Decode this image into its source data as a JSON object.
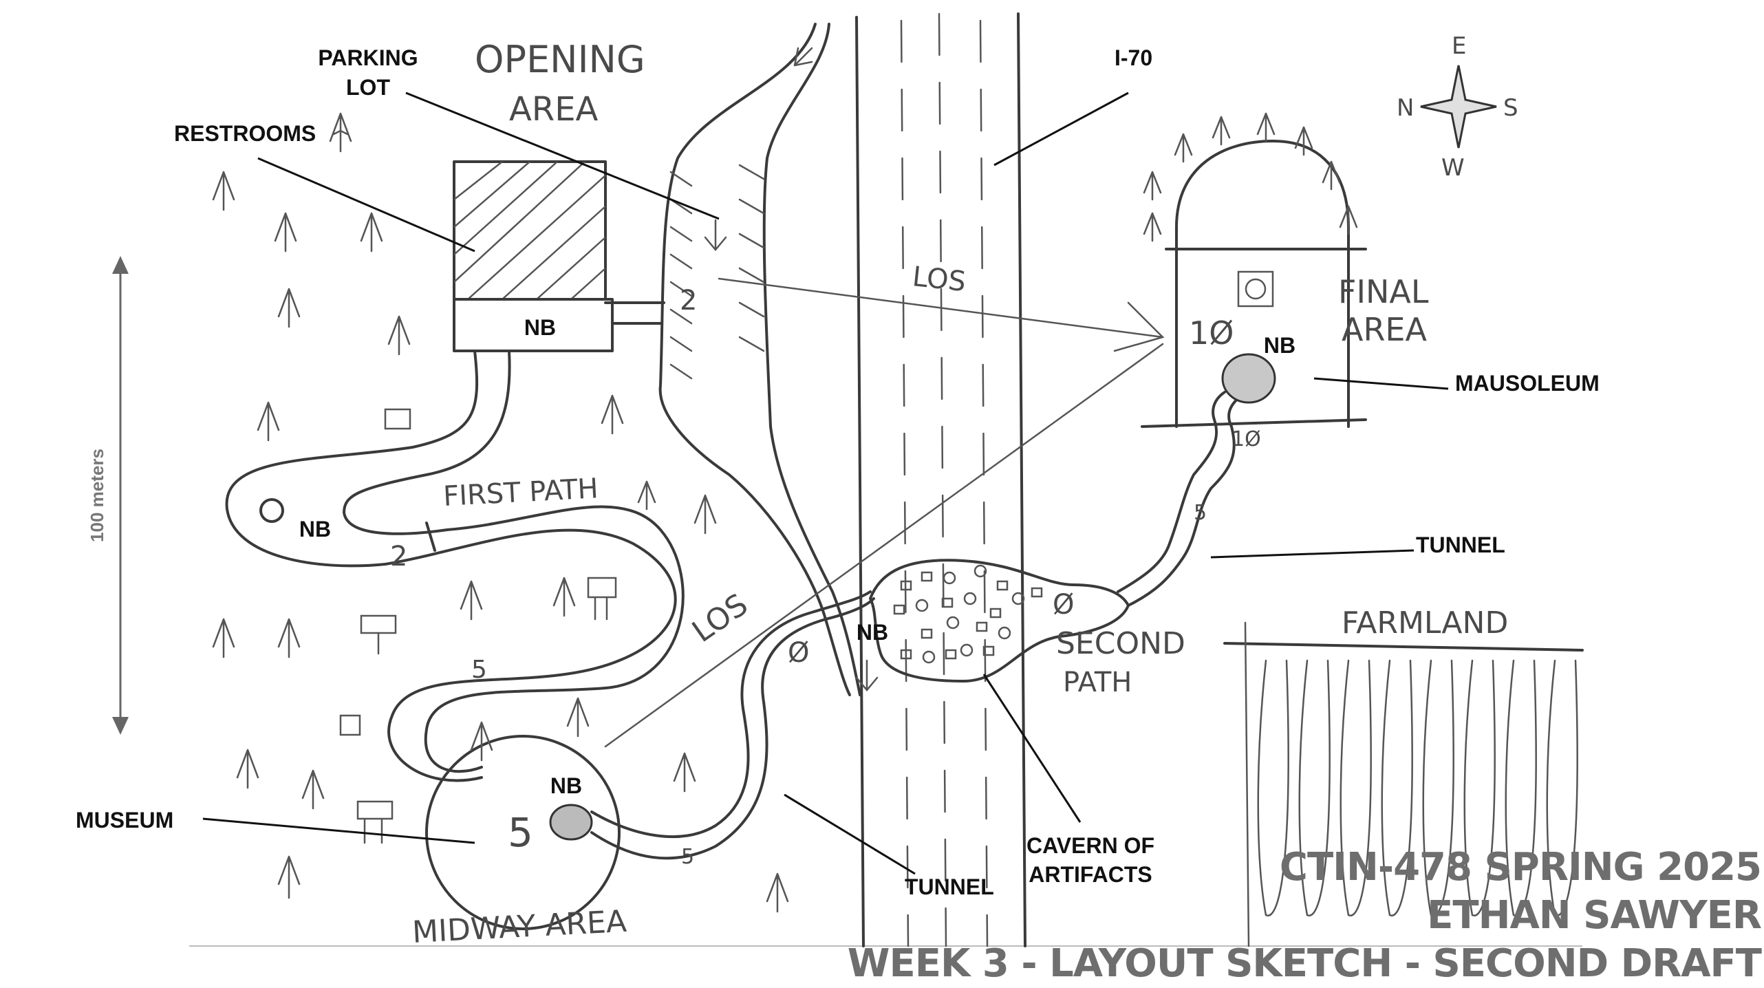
{
  "labels": {
    "parking_lot_line1": "PARKING",
    "parking_lot_line2": "LOT",
    "restrooms": "RESTROOMS",
    "i70": "I-70",
    "mausoleum": "MAUSOLEUM",
    "tunnel_upper": "TUNNEL",
    "tunnel_lower": "TUNNEL",
    "museum": "MUSEUM",
    "cavern_line1": "CAVERN OF",
    "cavern_line2": "ARTIFACTS",
    "nb_restrooms": "NB",
    "nb_first_path": "NB",
    "nb_museum": "NB",
    "nb_cavern": "NB",
    "nb_final": "NB"
  },
  "sketch_text": {
    "opening_area_line1": "OPENING",
    "opening_area_line2": "AREA",
    "first_path": "FIRST PATH",
    "los_top": "LOS",
    "los_left": "LOS",
    "final_area_line1": "FINAL",
    "final_area_line2": "AREA",
    "second_path_line1": "SECOND",
    "second_path_line2": "PATH",
    "farmland": "FARMLAND",
    "midway_area": "MIDWAY AREA",
    "marker_2_parking": "2",
    "marker_2_path": "2",
    "marker_5_path": "5",
    "marker_5_museum": "5",
    "marker_5_tunnel": "5",
    "marker_5_upper_tunnel": "5",
    "marker_0_cavern_left": "Ø",
    "marker_0_cavern_right": "Ø",
    "marker_10_final": "1Ø",
    "marker_10_tunnel": "1Ø"
  },
  "compass": {
    "north": "N",
    "south": "S",
    "east": "E",
    "west": "W"
  },
  "scale": {
    "label": "100 meters"
  },
  "footer": {
    "line1": "CTIN-478 SPRING 2025",
    "line2": "ETHAN SAWYER",
    "line3": "WEEK 3 - LAYOUT SKETCH - SECOND DRAFT"
  }
}
